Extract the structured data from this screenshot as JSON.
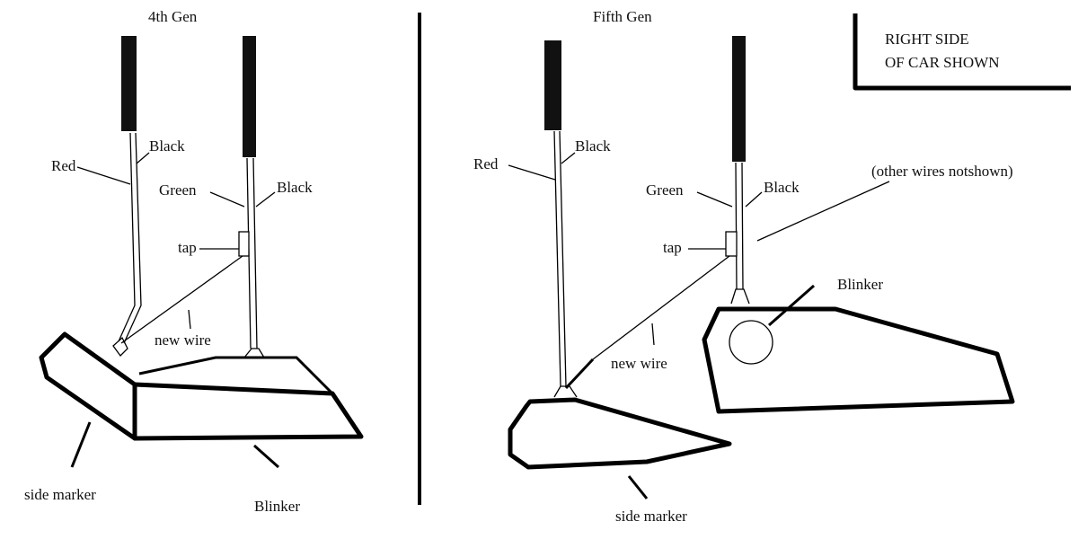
{
  "titles": {
    "left": "4th Gen",
    "right": "Fifth Gen"
  },
  "note": {
    "line1": "RIGHT SIDE",
    "line2": "OF CAR SHOWN"
  },
  "left": {
    "red": "Red",
    "black1": "Black",
    "green": "Green",
    "black2": "Black",
    "tap": "tap",
    "new_wire": "new wire",
    "side_marker": "side marker",
    "blinker": "Blinker"
  },
  "right": {
    "red": "Red",
    "black1": "Black",
    "green": "Green",
    "black2": "Black",
    "tap": "tap",
    "new_wire": "new wire",
    "side_marker": "side marker",
    "blinker": "Blinker",
    "other_wires": "(other wires notshown)"
  }
}
